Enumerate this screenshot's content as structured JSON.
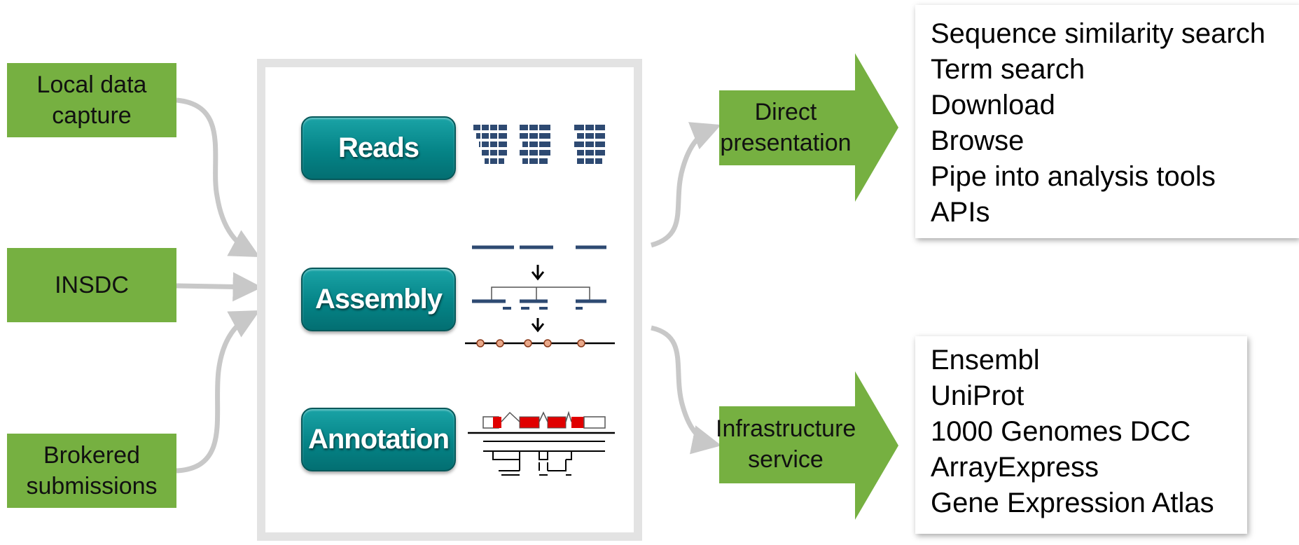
{
  "inputs": {
    "local": "Local data\ncapture",
    "insdc": "INSDC",
    "brokered": "Brokered\nsubmissions"
  },
  "stages": {
    "reads": "Reads",
    "assembly": "Assembly",
    "annotation": "Annotation"
  },
  "outputs": {
    "direct": {
      "label": "Direct\npresentation",
      "items": [
        "Sequence similarity search",
        "Term search",
        "Download",
        "Browse",
        "Pipe into analysis tools",
        "APIs"
      ]
    },
    "infrastructure": {
      "label": "Infrastructure\nservice",
      "items": [
        "Ensembl",
        "UniProt",
        "1000 Genomes DCC",
        "ArrayExpress",
        "Gene Expression Atlas"
      ]
    }
  },
  "colors": {
    "input_green": "#76b041",
    "stage_teal": "#058487",
    "connector_gray": "#c8c8c8",
    "glyph_navy": "#2e4a72",
    "exon_red": "#e00000"
  }
}
